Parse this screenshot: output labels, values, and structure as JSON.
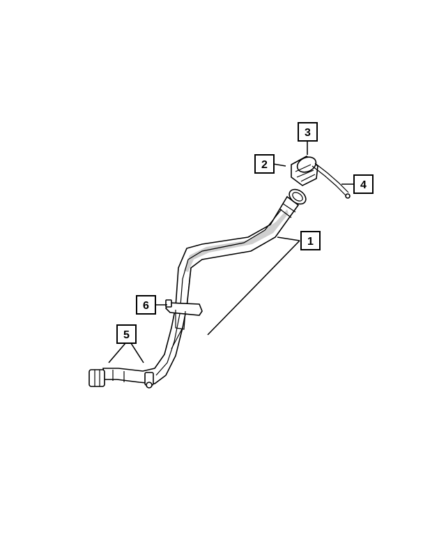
{
  "callouts": [
    {
      "id": "1",
      "label": "1"
    },
    {
      "id": "2",
      "label": "2"
    },
    {
      "id": "3",
      "label": "3"
    },
    {
      "id": "4",
      "label": "4"
    },
    {
      "id": "5",
      "label": "5"
    },
    {
      "id": "6",
      "label": "6"
    }
  ],
  "colors": {
    "ink": "#000000",
    "paper": "#ffffff",
    "shade": "#cfcfcf"
  }
}
